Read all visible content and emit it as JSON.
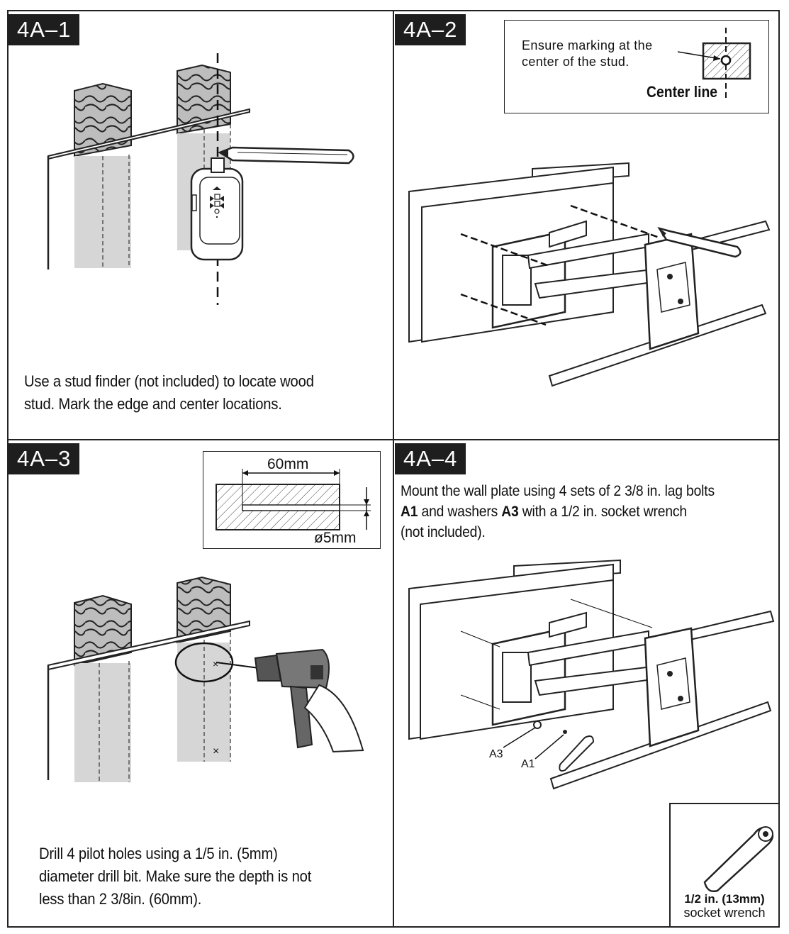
{
  "panels": {
    "p1": {
      "tag": "4A–1",
      "caption_line1": "Use a stud finder (not included) to locate wood",
      "caption_line2": "stud. Mark the edge and center locations."
    },
    "p2": {
      "tag": "4A–2",
      "callout_line1": "Ensure marking at the",
      "callout_line2": "center of the stud.",
      "center_line_label": "Center line"
    },
    "p3": {
      "tag": "4A–3",
      "depth_label": "60mm",
      "diameter_label": "ø5mm",
      "caption_line1": "Drill 4 pilot holes using a 1/5 in. (5mm)",
      "caption_line2": "diameter drill bit. Make sure the depth is not",
      "caption_line3": "less than 2 3/8in. (60mm)."
    },
    "p4": {
      "tag": "4A–4",
      "caption_line1": "Mount the wall plate using 4 sets of 2 3/8 in.  lag bolts",
      "caption_line2_a": "A1",
      "caption_line2_b": " and washers ",
      "caption_line2_c": "A3",
      "caption_line2_d": " with a 1/2 in. socket wrench",
      "caption_line3": "(not included).",
      "label_a3": "A3",
      "label_a1": "A1",
      "wrench_size": "1/2 in. (13mm)",
      "wrench_name": "socket wrench"
    }
  },
  "icons": [
    "stud-finder-icon",
    "pencil-icon",
    "drill-icon",
    "socket-wrench-icon",
    "wall-mount-bracket-icon"
  ]
}
